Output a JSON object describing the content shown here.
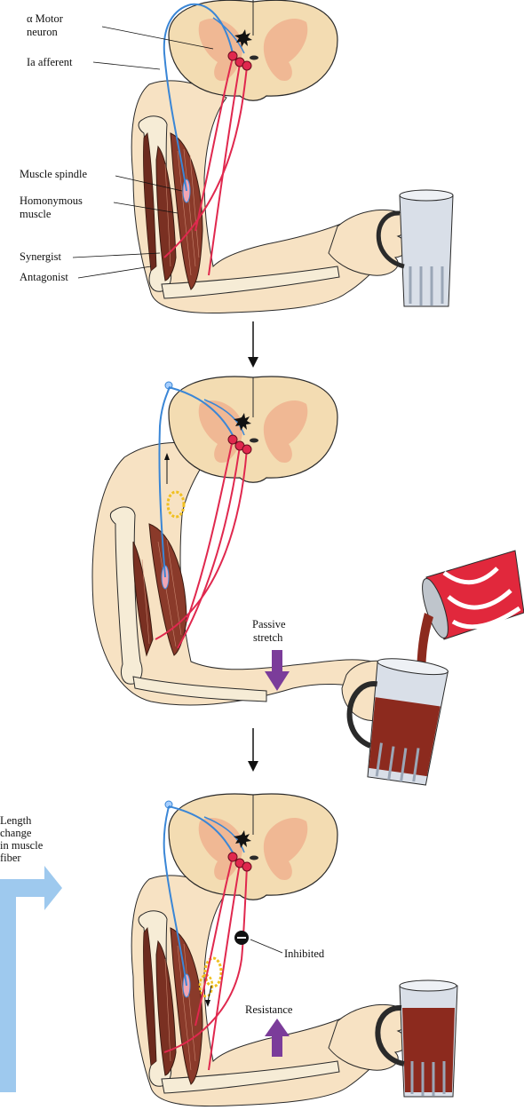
{
  "labels": {
    "alpha_motor_1": "α Motor",
    "alpha_motor_2": "neuron",
    "ia_afferent": "Ia afferent",
    "muscle_spindle": "Muscle spindle",
    "homonymous_1": "Homonymous",
    "homonymous_2": "muscle",
    "synergist": "Synergist",
    "antagonist": "Antagonist",
    "passive_1": "Passive",
    "passive_2": "stretch",
    "inhibited": "Inhibited",
    "resistance": "Resistance",
    "length_1": "Length",
    "length_2": "change",
    "length_3": "in muscle",
    "length_4": "fiber"
  },
  "colors": {
    "skin": "#f7e2c3",
    "skin_outline": "#2a2a2a",
    "cord_tan": "#f3dcb2",
    "gray_matter": "#f0b894",
    "afferent_blue": "#3a86d6",
    "motor_red": "#e0284e",
    "muscle": "#8a3a2a",
    "bone": "#f6ecd6",
    "mug_glass": "#d9dfe8",
    "beer": "#8c2a1e",
    "arrow_purple": "#7b3c9a",
    "length_arrow": "#9ec9ee",
    "can_red": "#e1283c"
  }
}
